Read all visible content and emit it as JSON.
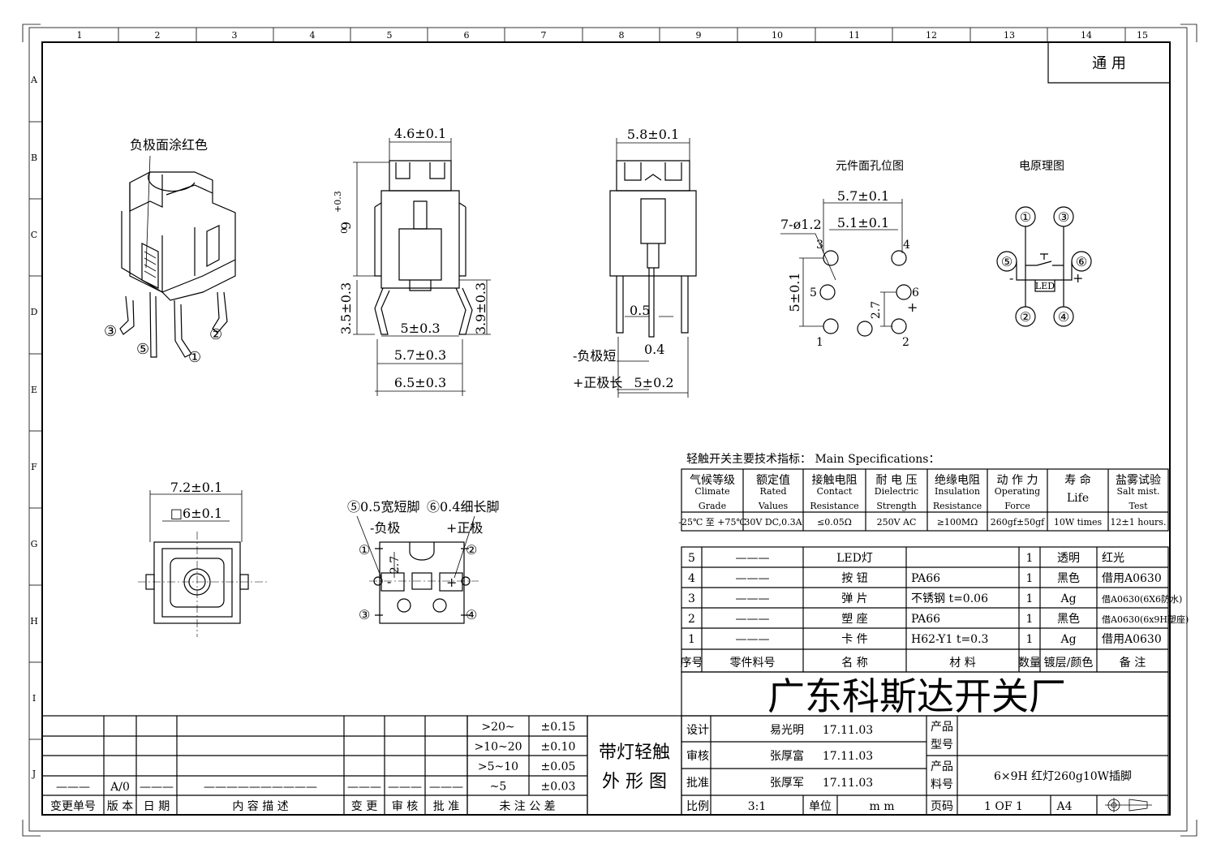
{
  "frame": {
    "cols": [
      "1",
      "2",
      "3",
      "4",
      "5",
      "6",
      "7",
      "8",
      "9",
      "10",
      "11",
      "12",
      "13",
      "14",
      "15"
    ],
    "rows": [
      "A",
      "B",
      "C",
      "D",
      "E",
      "F",
      "G",
      "H",
      "I",
      "J"
    ]
  },
  "general": "通  用",
  "views": {
    "iso_note": "负极面涂红色",
    "iso_pins": [
      "③",
      "⑤",
      "②",
      "①"
    ],
    "front": {
      "top": "4.6±0.1",
      "height": "9",
      "height_tol_up": "+0.3",
      "height_tol_low": "0",
      "leg_left": "3.5±0.3",
      "leg_right": "3.9±0.3",
      "w1": "5±0.3",
      "w2": "5.7±0.3",
      "w3": "6.5±0.3"
    },
    "side": {
      "top": "5.8±0.1",
      "d1": "0.5",
      "d2": "0.4",
      "neg": "-负极短",
      "pos": "+正极长",
      "w": "5±0.2"
    },
    "holes": {
      "title": "元件面孔位图",
      "w1": "5.7±0.1",
      "w2": "5.1±0.1",
      "hole": "7-ø1.2",
      "h": "5±0.1",
      "d": "2.7",
      "labels": [
        "3",
        "4",
        "5",
        "6",
        "1",
        "2"
      ],
      "plus": "+"
    },
    "circuit": {
      "title": "电原理图",
      "pins": [
        "①",
        "③",
        "⑤",
        "⑥",
        "②",
        "④"
      ],
      "led": "LED",
      "minus": "-",
      "plus": "+"
    },
    "top": {
      "w1": "7.2±0.1",
      "w2": "□6±0.1"
    },
    "bottom": {
      "l1": "⑤0.5宽短脚",
      "l2": "⑥0.4细长脚",
      "neg": "-负极",
      "pos": "+正极",
      "d": "2.7",
      "pins": [
        "①",
        "②",
        "③",
        "④"
      ]
    }
  },
  "spec": {
    "title": "轻触开关主要技术指标：  Main Specifications：",
    "headers": [
      [
        "气候等级",
        "Climate",
        "Grade"
      ],
      [
        "额定值",
        "Rated",
        "Values"
      ],
      [
        "接触电阻",
        "Contact",
        "Resistance"
      ],
      [
        "耐 电 压",
        "Dielectric",
        "Strength"
      ],
      [
        "绝缘电阻",
        "Insulation",
        "Resistance"
      ],
      [
        "动 作 力",
        "Operating",
        "Force"
      ],
      [
        "寿  命",
        "Life",
        ""
      ],
      [
        "盐雾试验",
        "Salt mist.",
        "Test"
      ]
    ],
    "values": [
      "-25℃ 至 +75℃",
      "30V DC,0.3A",
      "≤0.05Ω",
      "250V AC",
      "≥100MΩ",
      "260gf±50gf",
      "10W times",
      "12±1 hours."
    ]
  },
  "bom": {
    "rows": [
      [
        "5",
        "———",
        "LED灯",
        "",
        "1",
        "透明",
        "红光"
      ],
      [
        "4",
        "———",
        "按  钮",
        "PA66",
        "1",
        "黑色",
        "借用A0630"
      ],
      [
        "3",
        "———",
        "弹  片",
        "不锈钢 t=0.06",
        "1",
        "Ag",
        "借A0630(6X6防水)"
      ],
      [
        "2",
        "———",
        "塑  座",
        "PA66",
        "1",
        "黑色",
        "借A0630(6x9H塑座)"
      ],
      [
        "1",
        "———",
        "卡  件",
        "H62-Y1 t=0.3",
        "1",
        "Ag",
        "借用A0630"
      ]
    ],
    "header": [
      "序号",
      "零件料号",
      "名  称",
      "材    料",
      "数量",
      "镀层/颜色",
      "备  注"
    ]
  },
  "company": "广东科斯达开关厂",
  "title_block": {
    "design_label": "设计",
    "design_name": "易光明",
    "design_date": "17.11.03",
    "check_label": "审核",
    "check_name": "张厚富",
    "check_date": "17.11.03",
    "approve_label": "批准",
    "approve_name": "张厚军",
    "approve_date": "17.11.03",
    "model_label": "产品\n型号",
    "model_label_1": "产品",
    "model_label_2": "型号",
    "part_label_1": "产品",
    "part_label_2": "料号",
    "part_value": "6×9H 红灯260g10W插脚",
    "scale_label": "比例",
    "scale_value": "3:1",
    "unit_label": "单位",
    "unit_value": "m m",
    "page_label": "页码",
    "page_value": "1 OF 1",
    "size": "A4"
  },
  "drawing_title": [
    "带灯轻触",
    "外 形 图"
  ],
  "tolerance": [
    [
      ">20~",
      "±0.15"
    ],
    [
      ">10~20",
      "±0.10"
    ],
    [
      ">5~10",
      "±0.05"
    ],
    [
      "~5",
      "±0.03"
    ]
  ],
  "tolerance_label": "未 注 公 差",
  "revision": {
    "row_values": [
      "———",
      "A/0",
      "———",
      "——————————",
      "———",
      "———",
      "———"
    ],
    "headers": [
      "变更单号",
      "版 本",
      "日 期",
      "内 容 描 述",
      "变 更",
      "审 核",
      "批 准"
    ]
  }
}
